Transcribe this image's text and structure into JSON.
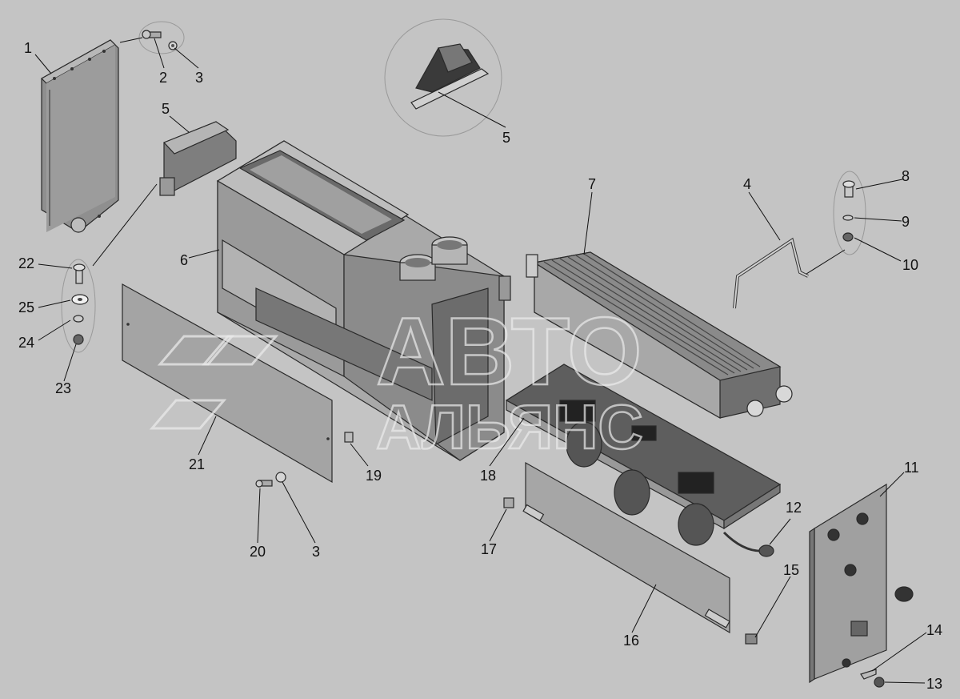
{
  "diagram": {
    "type": "exploded-assembly",
    "watermark": {
      "line1": "АВТО",
      "line2": "АЛЬЯНС"
    },
    "parts": [
      {
        "id": "p1",
        "label": "1"
      },
      {
        "id": "p2",
        "label": "2"
      },
      {
        "id": "p3a",
        "label": "3"
      },
      {
        "id": "p5a",
        "label": "5"
      },
      {
        "id": "p5b",
        "label": "5"
      },
      {
        "id": "p6",
        "label": "6"
      },
      {
        "id": "p7",
        "label": "7"
      },
      {
        "id": "p4",
        "label": "4"
      },
      {
        "id": "p8",
        "label": "8"
      },
      {
        "id": "p9",
        "label": "9"
      },
      {
        "id": "p10",
        "label": "10"
      },
      {
        "id": "p22",
        "label": "22"
      },
      {
        "id": "p25",
        "label": "25"
      },
      {
        "id": "p24",
        "label": "24"
      },
      {
        "id": "p23",
        "label": "23"
      },
      {
        "id": "p21",
        "label": "21"
      },
      {
        "id": "p19",
        "label": "19"
      },
      {
        "id": "p18",
        "label": "18"
      },
      {
        "id": "p20",
        "label": "20"
      },
      {
        "id": "p3b",
        "label": "3"
      },
      {
        "id": "p17",
        "label": "17"
      },
      {
        "id": "p16",
        "label": "16"
      },
      {
        "id": "p12",
        "label": "12"
      },
      {
        "id": "p15",
        "label": "15"
      },
      {
        "id": "p11",
        "label": "11"
      },
      {
        "id": "p14",
        "label": "14"
      },
      {
        "id": "p13",
        "label": "13"
      }
    ]
  }
}
